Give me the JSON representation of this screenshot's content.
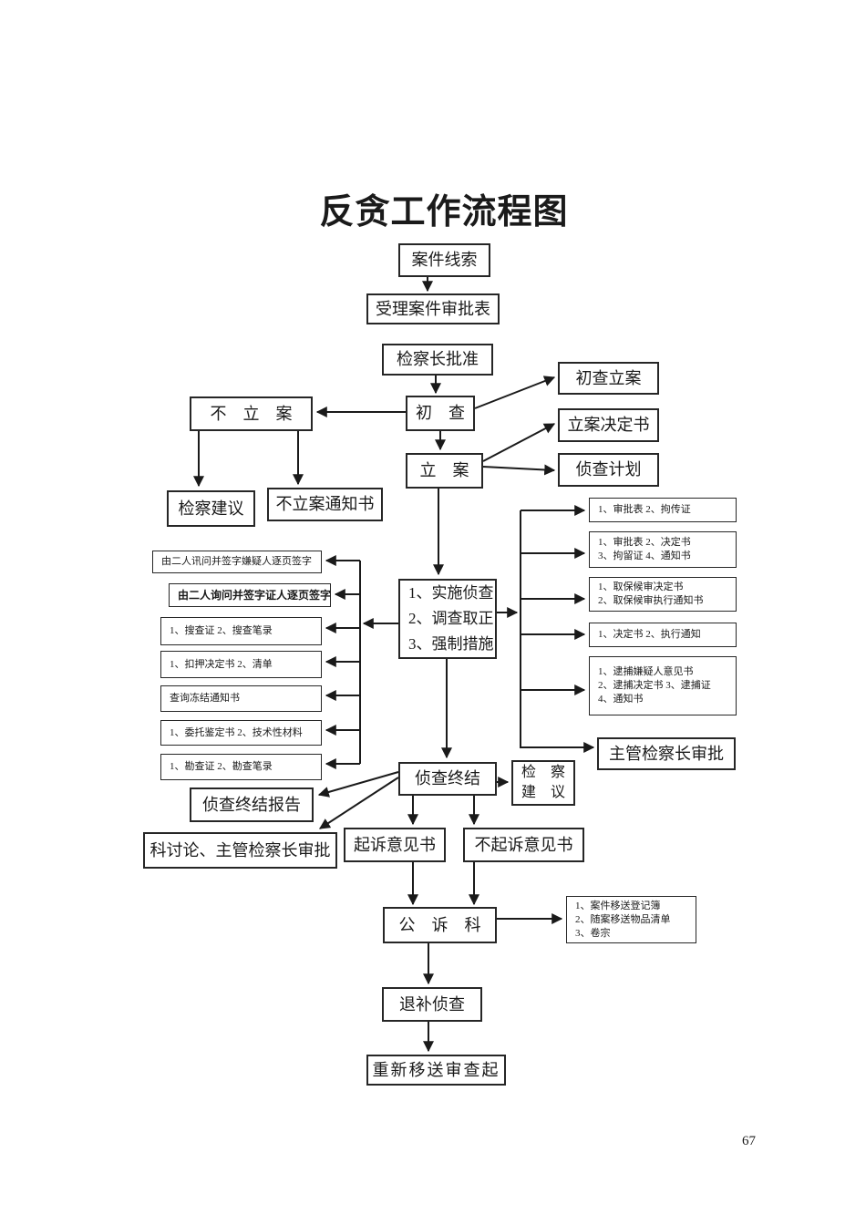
{
  "title": "反贪工作流程图",
  "page": {
    "number": "67"
  },
  "colors": {
    "line": "#1a1a1a",
    "box_border": "#262626",
    "background": "#ffffff",
    "text": "#1a1a1a"
  },
  "nodes": {
    "case_lead": "案件线索",
    "acceptance_form": "受理案件审批表",
    "chief_approval_top": "检察长批准",
    "no_filing": "不　立　案",
    "initial_inquiry": "初　查",
    "inquiry_filing": "初查立案",
    "filing_decision": "立案决定书",
    "filing": "立　案",
    "investigation_plan": "侦查计划",
    "prosecution_advice_left": "检察建议",
    "no_filing_notice": "不立案通知书",
    "central_steps": {
      "lines": [
        "1、实施侦查",
        "2、调查取正",
        "3、强制措施"
      ]
    },
    "chief_approval_right": "主管检察长审批",
    "investigation_end": "侦查终结",
    "prosecution_advice_right": {
      "lines": [
        "检　察",
        "建　议"
      ]
    },
    "investigation_end_report": "侦查终结报告",
    "dept_discussion_approval": "科讨论、主管检察长审批",
    "indictment_opinion": "起诉意见书",
    "no_indictment_opinion": "不起诉意见书",
    "prosecution_dept": "公　诉　科",
    "supplementary_investigation": "退补侦查",
    "re_transfer_review": "重新移送审查起"
  },
  "left_docs": [
    {
      "lines": [
        "由二人讯问并签字嫌疑人逐页签字"
      ]
    },
    {
      "lines": [
        "由二人询问并签字证人逐页签字"
      ]
    },
    {
      "lines": [
        "1、搜查证 2、搜查笔录"
      ]
    },
    {
      "lines": [
        "1、扣押决定书 2、清单"
      ]
    },
    {
      "lines": [
        "查询冻结通知书"
      ]
    },
    {
      "lines": [
        "1、委托鉴定书 2、技术性材料"
      ]
    },
    {
      "lines": [
        "1、勘查证 2、勘查笔录"
      ]
    }
  ],
  "right_docs": [
    {
      "lines": [
        "1、审批表 2、拘传证"
      ]
    },
    {
      "lines": [
        "1、审批表 2、决定书",
        "3、拘留证 4、通知书"
      ]
    },
    {
      "lines": [
        "1、取保候审决定书",
        "2、取保候审执行通知书"
      ]
    },
    {
      "lines": [
        "1、决定书 2、执行通知"
      ]
    },
    {
      "lines": [
        "1、逮捕嫌疑人意见书",
        "2、逮捕决定书 3、逮捕证",
        "4、通知书"
      ]
    }
  ],
  "transfer_docs": {
    "lines": [
      "1、案件移送登记簿",
      "2、随案移送物品清单",
      "3、卷宗"
    ]
  }
}
